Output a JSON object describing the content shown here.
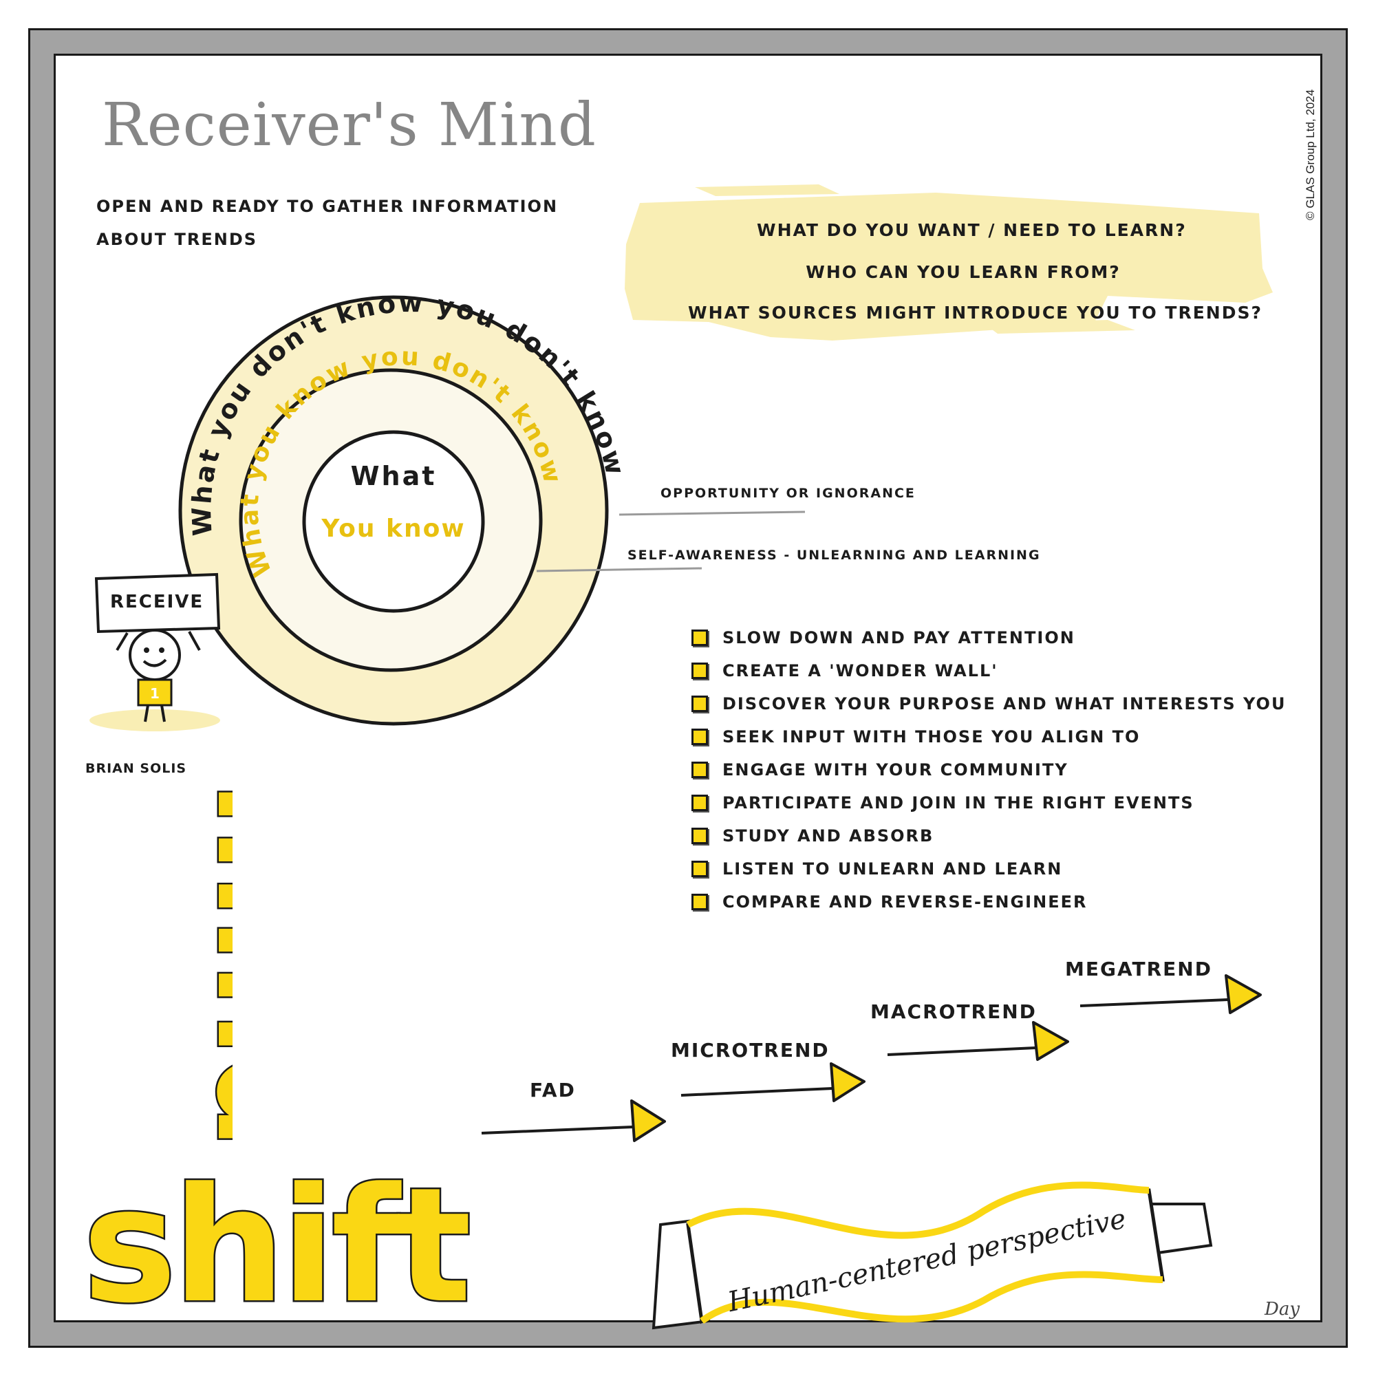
{
  "title": "Receiver's Mind",
  "subtitle": "Open and ready to gather information about trends",
  "copyright": "© GLAS Group Ltd, 2024",
  "questions": [
    "What do you want / need to learn?",
    "Who can you learn from?",
    "What sources might introduce you to trends?"
  ],
  "rings": {
    "outer": "What you don't know you don't know",
    "middle": "What you know you don't know",
    "inner_line1": "What",
    "inner_line2": "You know"
  },
  "callouts": {
    "outer": "Opportunity or ignorance",
    "middle": "Self-awareness - unlearning and learning"
  },
  "sign": "Receive",
  "figure_number": "1",
  "checklist": [
    "Slow down and pay attention",
    "Create a 'wonder wall'",
    "Discover your purpose and what interests you",
    "Seek input with those you align to",
    "Engage with your community",
    "Participate and join in the right events",
    "Study and absorb",
    "Listen to unlearn and learn",
    "Compare and reverse-engineer"
  ],
  "trends": [
    "Fad",
    "Microtrend",
    "Macrotrend",
    "Megatrend"
  ],
  "banner": "Human-centered perspective",
  "brand": {
    "author": "Brian Solis",
    "word_mind": "mind",
    "word_shift": "shift"
  },
  "signature": "Day",
  "colors": {
    "accent_yellow": "#fad714",
    "light_yellow": "#f9eeb4",
    "ring_outer": "#faf1c8",
    "ring_middle": "#fbf8eb",
    "title_gray": "#868686",
    "frame_gray": "#a3a3a3"
  }
}
